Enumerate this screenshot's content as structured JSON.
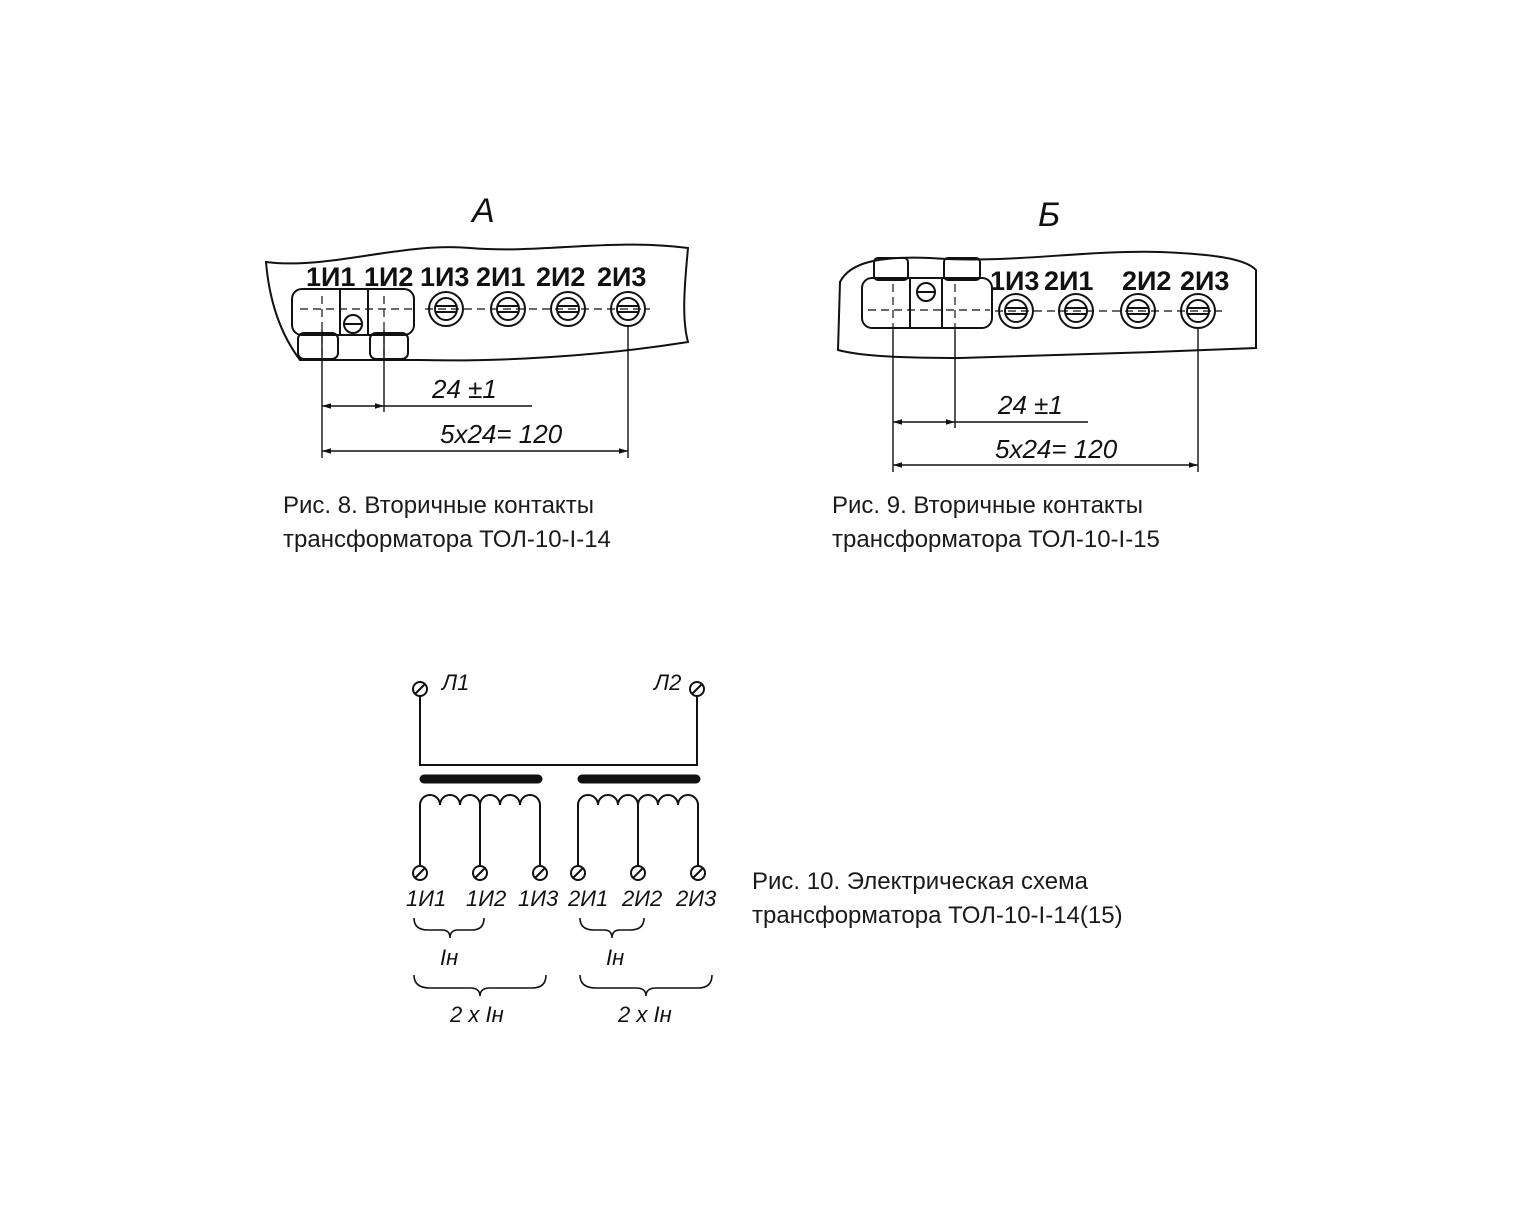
{
  "figure8": {
    "view_label": "А",
    "terminals": [
      "1И1",
      "1И2",
      "1И3",
      "2И1",
      "2И2",
      "2И3"
    ],
    "dim_pitch": "24 ±1",
    "dim_total": "5x24= 120",
    "caption_line1": "Рис. 8. Вторичные контакты",
    "caption_line2": "трансформатора ТОЛ-10-I-14"
  },
  "figure9": {
    "view_label": "Б",
    "terminals": [
      "1И3",
      "2И1",
      "2И2",
      "2И3"
    ],
    "dim_pitch": "24 ±1",
    "dim_total": "5x24= 120",
    "caption_line1": "Рис. 9. Вторичные контакты",
    "caption_line2": "трансформатора ТОЛ-10-I-15"
  },
  "figure10": {
    "primary_terminals": [
      "Л1",
      "Л2"
    ],
    "secondary_terminals": [
      "1И1",
      "1И2",
      "1И3",
      "2И1",
      "2И2",
      "2И3"
    ],
    "current_label": "Iн",
    "current_label_double": "2 x Iн",
    "caption_line1": "Рис. 10. Электрическая схема",
    "caption_line2": "трансформатора ТОЛ-10-I-14(15)"
  },
  "colors": {
    "ink": "#111111",
    "background": "#ffffff"
  }
}
